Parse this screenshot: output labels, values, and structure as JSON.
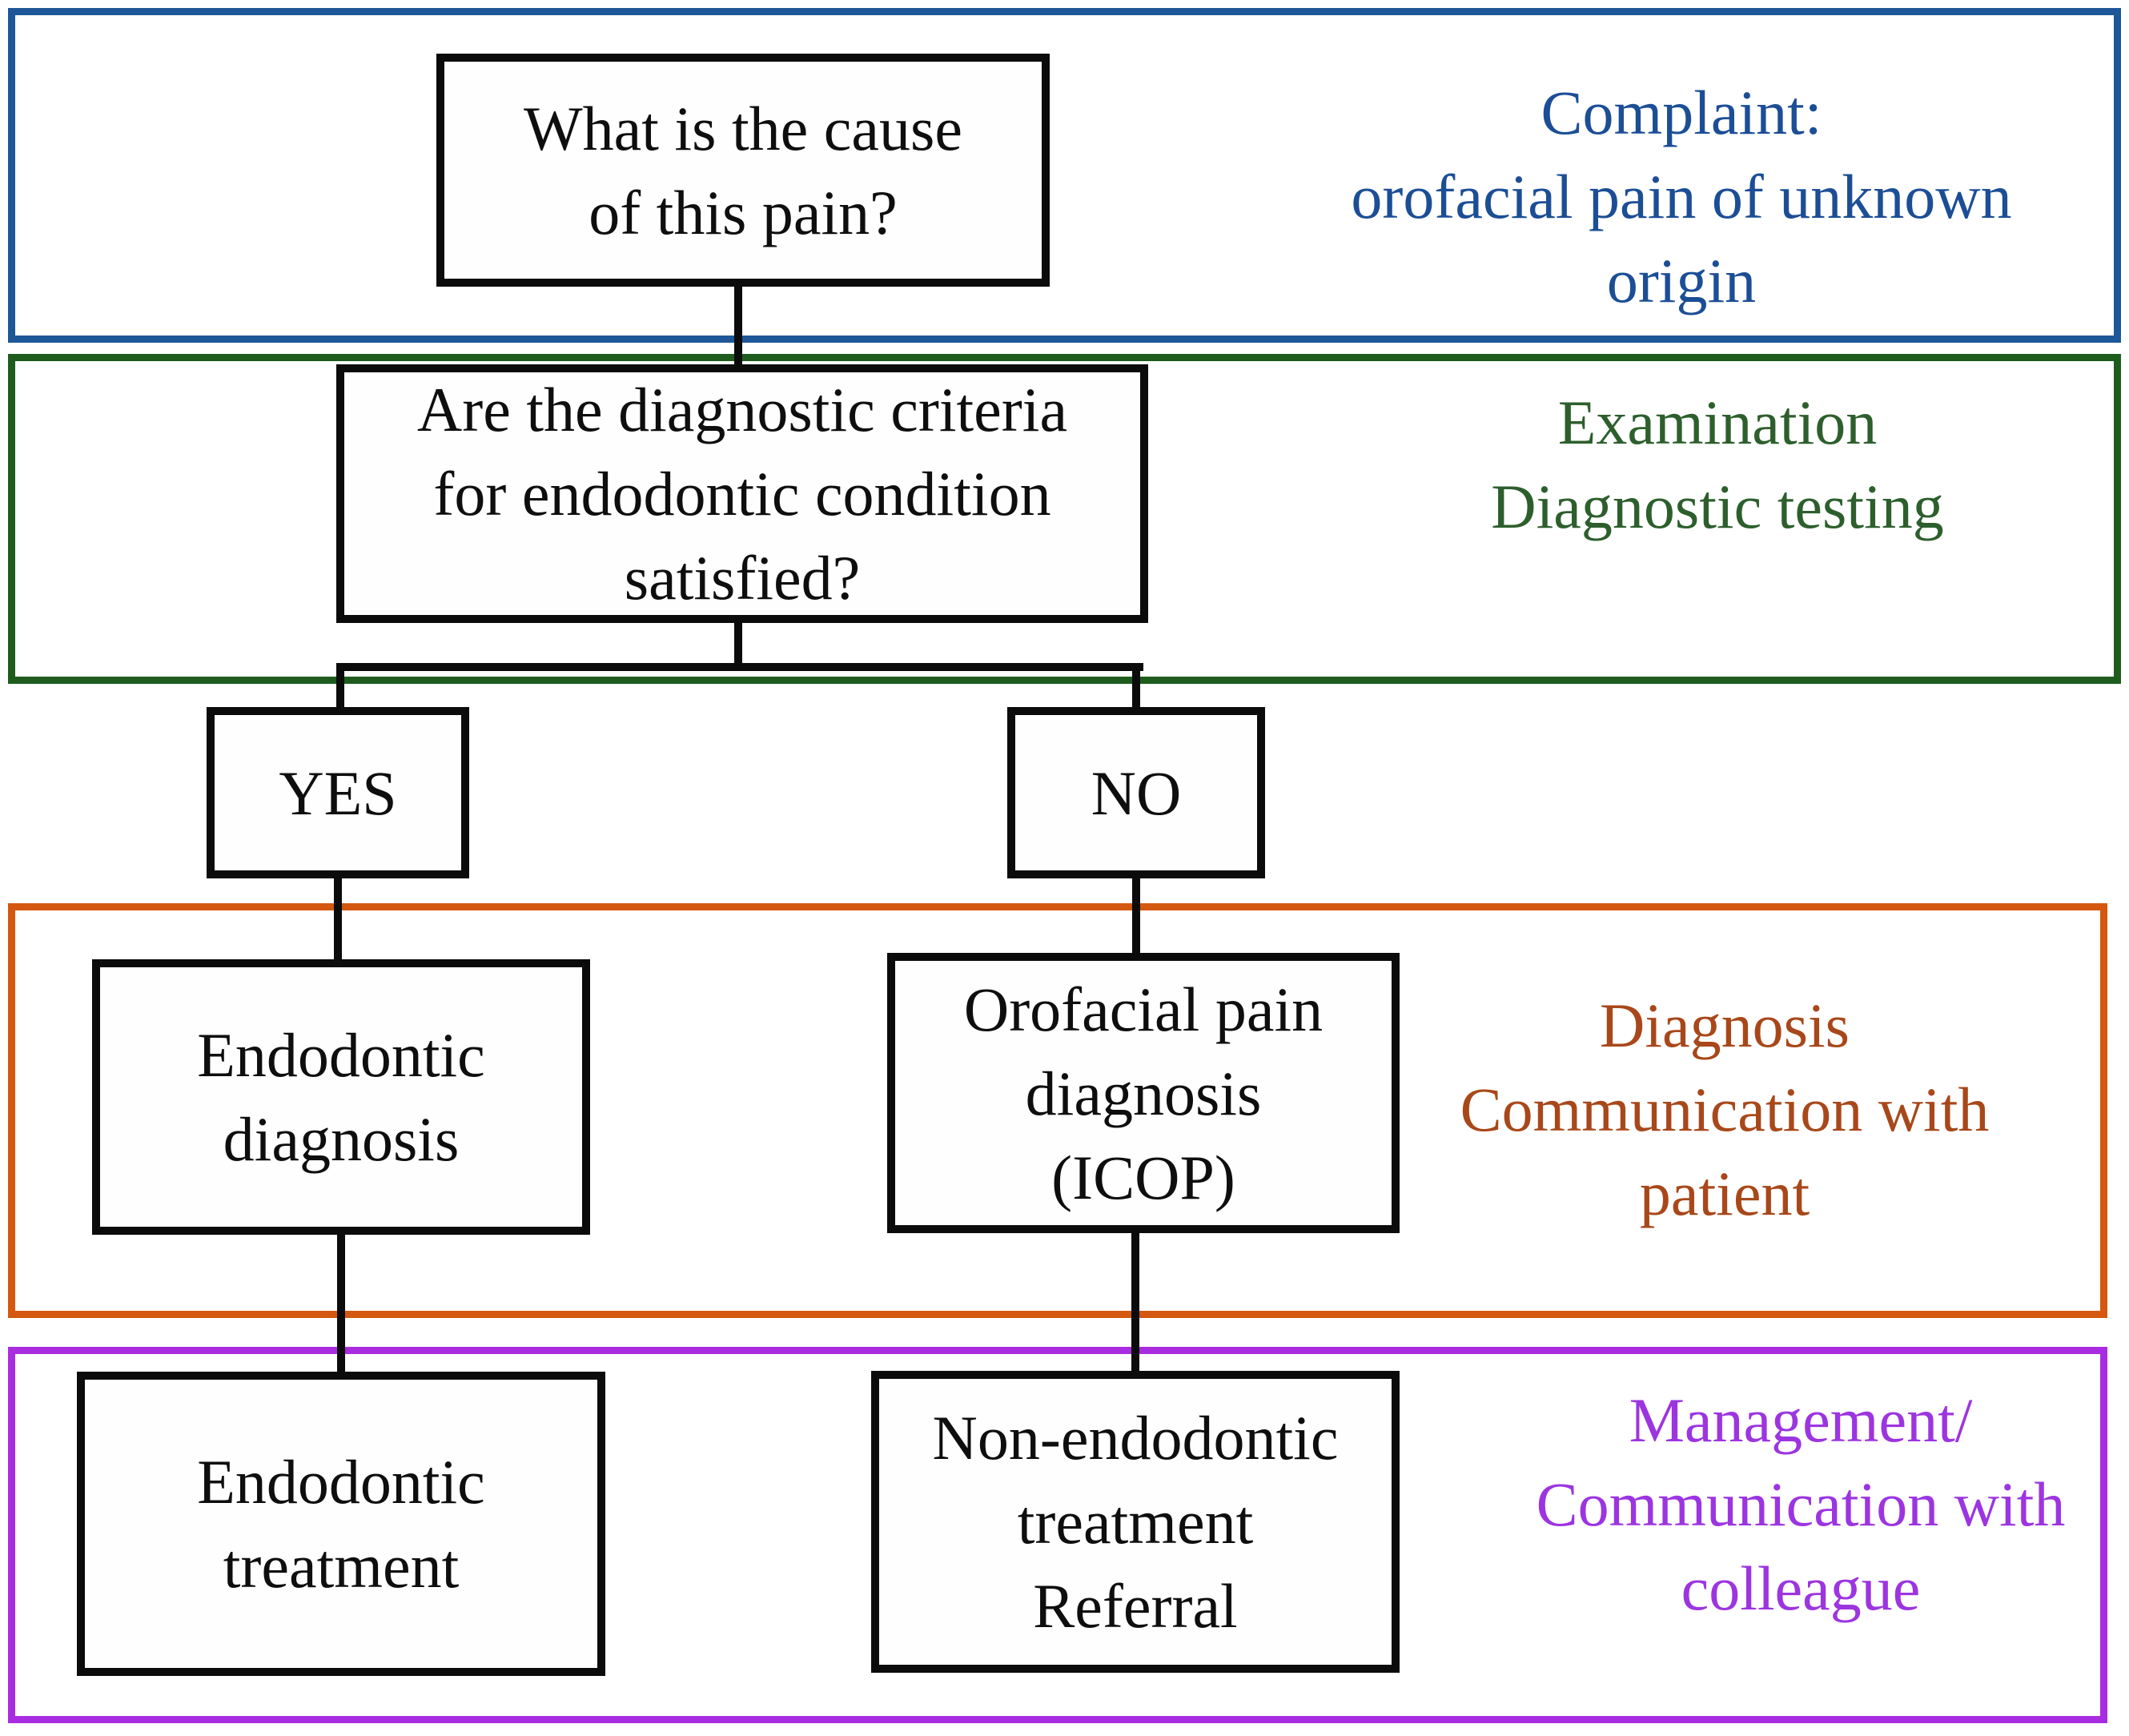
{
  "diagram": {
    "type": "flowchart",
    "description_colors": {
      "line_black": "#0b0b0b",
      "node_background": "#fefefe",
      "page_background": "#ffffff"
    },
    "bands": [
      {
        "id": "complaint",
        "border_color": "#1d5798",
        "label_color": "#1c4e96",
        "lines": [
          "Complaint:",
          "orofacial pain of unknown",
          "origin"
        ]
      },
      {
        "id": "examination",
        "border_color": "#1e5c1e",
        "label_color": "#2d5f2d",
        "lines": [
          "Examination",
          "Diagnostic testing"
        ]
      },
      {
        "id": "diagnosis",
        "border_color": "#d4580f",
        "label_color": "#a8481a",
        "lines": [
          "Diagnosis",
          "Communication with",
          "patient"
        ]
      },
      {
        "id": "management",
        "border_color": "#a92de0",
        "label_color": "#9c35e0",
        "lines": [
          "Management/",
          "Communication with",
          "colleague"
        ]
      }
    ],
    "nodes": {
      "q1": {
        "lines": [
          "What is the cause",
          "of this pain?"
        ]
      },
      "q2": {
        "lines": [
          "Are the diagnostic criteria",
          "for endodontic condition",
          "satisfied?"
        ]
      },
      "yes": {
        "lines": [
          "YES"
        ]
      },
      "no": {
        "lines": [
          "NO"
        ]
      },
      "endo_dx": {
        "lines": [
          "Endodontic",
          "diagnosis"
        ]
      },
      "orofacial_dx": {
        "lines": [
          "Orofacial pain",
          "diagnosis",
          "(ICOP)"
        ]
      },
      "endo_tx": {
        "lines": [
          "Endodontic",
          "treatment"
        ]
      },
      "non_endo_tx": {
        "lines": [
          "Non-endodontic",
          "treatment",
          "Referral"
        ]
      }
    },
    "edges": [
      {
        "from": "q1",
        "to": "q2"
      },
      {
        "from": "q2",
        "to": "yes"
      },
      {
        "from": "q2",
        "to": "no"
      },
      {
        "from": "yes",
        "to": "endo_dx"
      },
      {
        "from": "no",
        "to": "orofacial_dx"
      },
      {
        "from": "endo_dx",
        "to": "endo_tx"
      },
      {
        "from": "orofacial_dx",
        "to": "non_endo_tx"
      }
    ]
  }
}
